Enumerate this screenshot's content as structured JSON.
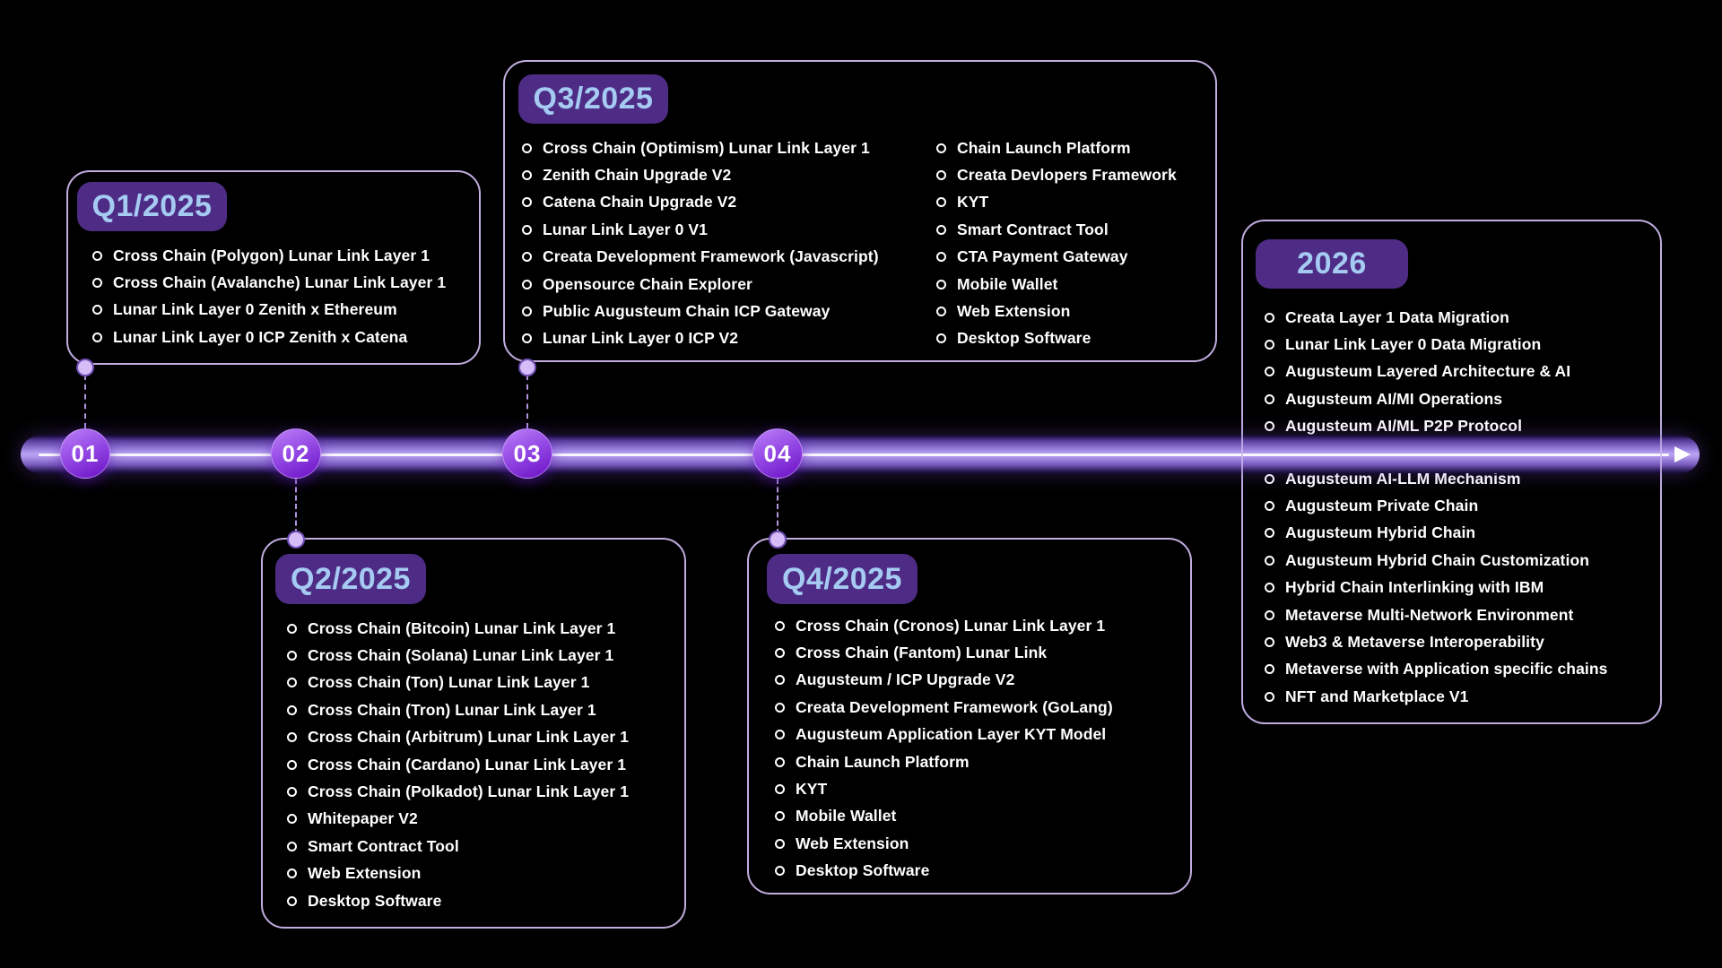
{
  "timeline": {
    "nodes": [
      "01",
      "02",
      "03",
      "04"
    ]
  },
  "q1": {
    "badge": "Q1/2025",
    "items": [
      "Cross Chain (Polygon) Lunar Link Layer 1",
      "Cross Chain (Avalanche) Lunar Link Layer 1",
      "Lunar Link Layer 0 Zenith x Ethereum",
      "Lunar Link Layer 0 ICP Zenith x Catena"
    ]
  },
  "q2": {
    "badge": "Q2/2025",
    "items": [
      "Cross Chain (Bitcoin) Lunar Link Layer 1",
      "Cross Chain (Solana) Lunar Link Layer 1",
      "Cross Chain (Ton) Lunar Link Layer 1",
      "Cross Chain (Tron) Lunar Link Layer 1",
      "Cross Chain (Arbitrum) Lunar Link Layer 1",
      "Cross Chain (Cardano) Lunar Link Layer 1",
      "Cross Chain (Polkadot) Lunar Link Layer 1",
      "Whitepaper V2",
      "Smart Contract Tool",
      "Web Extension",
      "Desktop Software"
    ]
  },
  "q3": {
    "badge": "Q3/2025",
    "items_left": [
      "Cross Chain (Optimism) Lunar Link Layer 1",
      "Zenith Chain Upgrade V2",
      "Catena Chain Upgrade V2",
      "Lunar Link Layer 0 V1",
      "Creata Development Framework (Javascript)",
      "Opensource Chain Explorer",
      "Public Augusteum Chain ICP Gateway",
      "Lunar Link Layer 0 ICP V2"
    ],
    "items_right": [
      "Chain Launch Platform",
      "Creata Devlopers Framework",
      "KYT",
      "Smart Contract Tool",
      "CTA Payment Gateway",
      "Mobile Wallet",
      "Web Extension",
      "Desktop Software"
    ]
  },
  "q4": {
    "badge": "Q4/2025",
    "items": [
      "Cross Chain (Cronos) Lunar Link Layer 1",
      "Cross Chain (Fantom) Lunar Link",
      "Augusteum / ICP Upgrade V2",
      "Creata Development Framework (GoLang)",
      "Augusteum Application Layer KYT Model",
      "Chain Launch Platform",
      "KYT",
      "Mobile Wallet",
      "Web Extension",
      "Desktop Software"
    ]
  },
  "y2026": {
    "badge": "2026",
    "items_top": [
      "Creata Layer 1 Data Migration",
      "Lunar Link Layer 0 Data Migration",
      "Augusteum Layered Architecture & AI",
      "Augusteum AI/MI Operations",
      "Augusteum AI/ML P2P Protocol"
    ],
    "items_bottom": [
      "Augusteum AI-LLM Mechanism",
      "Augusteum Private Chain",
      "Augusteum Hybrid Chain",
      "Augusteum Hybrid Chain Customization",
      "Hybrid Chain Interlinking with IBM",
      "Metaverse Multi-Network Environment",
      "Web3 & Metaverse Interoperability",
      "Metaverse with Application specific chains",
      "NFT and Marketplace V1"
    ]
  },
  "colors": {
    "background": "#000000",
    "badge_bg": "#4e2c85",
    "badge_text": "#a6cbf2",
    "box_border": "#cbb6ec",
    "item_text": "#ffffff",
    "bar_highlight": "#b8a2f2",
    "bar_edge": "#17093f",
    "node_gradient_top": "#bb80f8",
    "node_gradient_bottom": "#6a0fc4",
    "connector": "#ba9ceb",
    "dot_fill": "#d6bdf8"
  }
}
